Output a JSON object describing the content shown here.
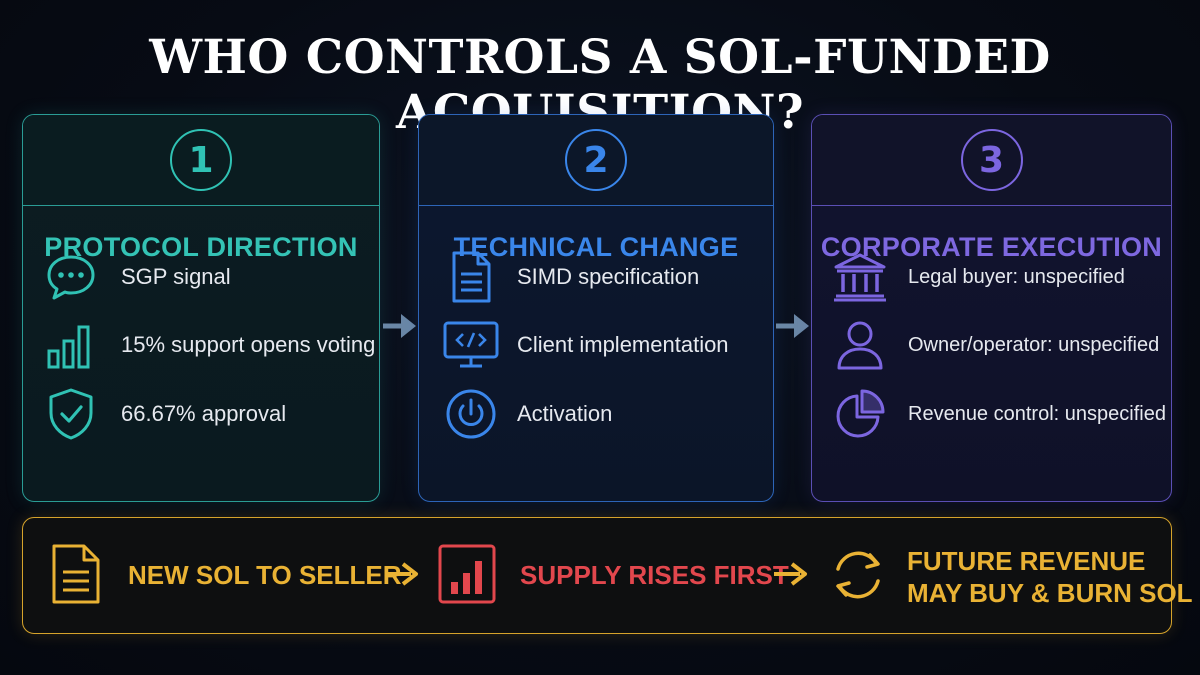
{
  "title": "WHO CONTROLS A SOL-FUNDED ACQUISITION?",
  "colors": {
    "teal": "#30c2b4",
    "blue": "#3a86ea",
    "purple": "#7c66e0",
    "gold": "#e9b234",
    "red": "#e2474d",
    "arrow": "#6a87a6"
  },
  "cards": [
    {
      "number": "1",
      "title": "PROTOCOL DIRECTION",
      "items": [
        {
          "icon": "chat-bubble-icon",
          "label": "SGP signal"
        },
        {
          "icon": "bar-chart-icon",
          "label": "15% support opens voting"
        },
        {
          "icon": "shield-check-icon",
          "label": "66.67% approval"
        }
      ]
    },
    {
      "number": "2",
      "title": "TECHNICAL CHANGE",
      "items": [
        {
          "icon": "document-icon",
          "label": "SIMD specification"
        },
        {
          "icon": "monitor-code-icon",
          "label": "Client implementation"
        },
        {
          "icon": "power-icon",
          "label": "Activation"
        }
      ]
    },
    {
      "number": "3",
      "title": "CORPORATE EXECUTION",
      "items": [
        {
          "icon": "bank-icon",
          "label": "Legal buyer: unspecified"
        },
        {
          "icon": "user-icon",
          "label": "Owner/operator: unspecified"
        },
        {
          "icon": "pie-chart-icon",
          "label": "Revenue control: unspecified"
        }
      ]
    }
  ],
  "bottom": {
    "steps": [
      {
        "icon": "document-icon",
        "label": "NEW SOL TO SELLER"
      },
      {
        "icon": "bar-chart-icon",
        "label": "SUPPLY RISES FIRST"
      },
      {
        "icon": "cycle-icon",
        "line1": "FUTURE REVENUE",
        "line2": "MAY BUY & BURN SOL"
      }
    ]
  }
}
